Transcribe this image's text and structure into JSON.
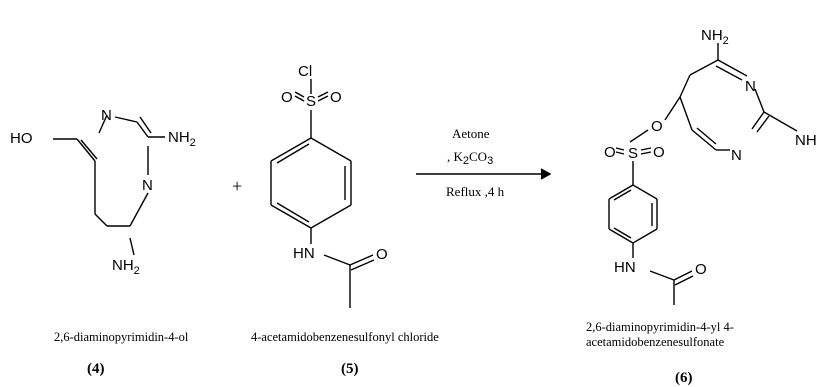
{
  "compounds": [
    {
      "id": "4",
      "label": "(4)",
      "name": "2,6-diaminopyrimidin-4-ol",
      "atoms": {
        "ho": "HO",
        "n1": "N",
        "n2": "N",
        "nh2_top": "NH",
        "nh2_top_sub": "2",
        "nh2_bot": "NH",
        "nh2_bot_sub": "2"
      }
    },
    {
      "id": "5",
      "label": "(5)",
      "name": "4-acetamidobenzenesulfonyl chloride",
      "atoms": {
        "cl": "Cl",
        "o_left": "O",
        "s": "S",
        "o_right": "O",
        "hn": "HN",
        "o_amide": "O"
      }
    },
    {
      "id": "6",
      "label": "(6)",
      "name_line1": "2,6-diaminopyrimidin-4-yl 4-",
      "name_line2": "acetamidobenzenesulfonate",
      "atoms": {
        "nh2": "NH",
        "nh2_sub": "2",
        "n1": "N",
        "n2": "N",
        "o_ester": "O",
        "nh": "NH",
        "o_left": "O",
        "s": "S",
        "o_right": "O",
        "hn": "HN",
        "o_amide": "O"
      }
    }
  ],
  "plus": "+",
  "conditions": {
    "solvent": "Aetone",
    "base_prefix": ", K",
    "base_sub1": "2",
    "base_mid": "CO",
    "base_sub2": "3",
    "reflux": "Reflux ,4 h"
  }
}
